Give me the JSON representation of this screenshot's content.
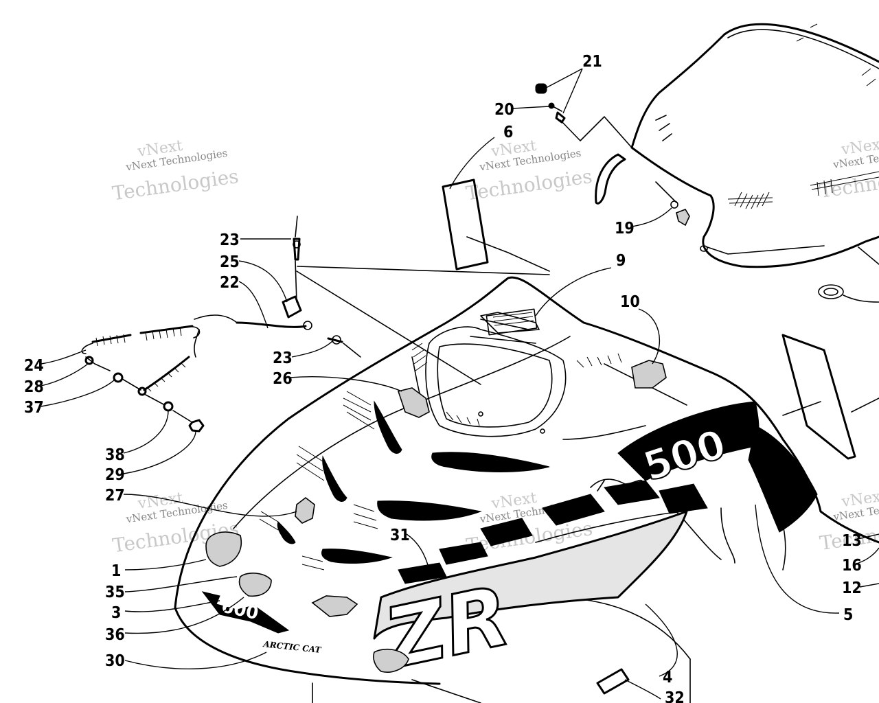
{
  "watermark": {
    "line1": "vNext",
    "line2": "vNext Technologies",
    "line3": "Technologies",
    "color": "#c8c8c8"
  },
  "decals": {
    "model_number": "500",
    "model_letters": "ZR",
    "nose_number": "600",
    "brand_script": "ARCTIC CAT"
  },
  "callouts": [
    {
      "id": "c21",
      "label": "21"
    },
    {
      "id": "c20",
      "label": "20"
    },
    {
      "id": "c6",
      "label": "6"
    },
    {
      "id": "c19",
      "label": "19"
    },
    {
      "id": "c9",
      "label": "9"
    },
    {
      "id": "c10",
      "label": "10"
    },
    {
      "id": "c23a",
      "label": "23"
    },
    {
      "id": "c25",
      "label": "25"
    },
    {
      "id": "c22",
      "label": "22"
    },
    {
      "id": "c23b",
      "label": "23"
    },
    {
      "id": "c26",
      "label": "26"
    },
    {
      "id": "c24",
      "label": "24"
    },
    {
      "id": "c28",
      "label": "28"
    },
    {
      "id": "c37",
      "label": "37"
    },
    {
      "id": "c38",
      "label": "38"
    },
    {
      "id": "c29",
      "label": "29"
    },
    {
      "id": "c27",
      "label": "27"
    },
    {
      "id": "c31",
      "label": "31"
    },
    {
      "id": "c1",
      "label": "1"
    },
    {
      "id": "c35",
      "label": "35"
    },
    {
      "id": "c3",
      "label": "3"
    },
    {
      "id": "c36",
      "label": "36"
    },
    {
      "id": "c30",
      "label": "30"
    },
    {
      "id": "c4",
      "label": "4"
    },
    {
      "id": "c5",
      "label": "5"
    },
    {
      "id": "c13",
      "label": "13"
    },
    {
      "id": "c16",
      "label": "16"
    },
    {
      "id": "c12",
      "label": "12"
    },
    {
      "id": "c32",
      "label": "32"
    }
  ]
}
